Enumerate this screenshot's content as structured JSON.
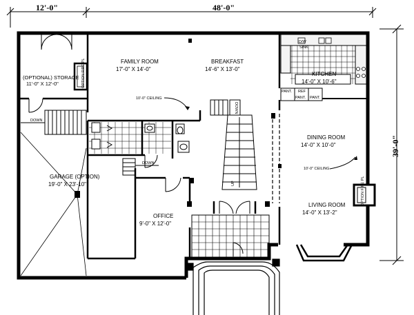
{
  "dimensions": {
    "top_left": "12'-0\"",
    "top_main": "48'-0\"",
    "right": "39'-0\""
  },
  "rooms": {
    "storage": {
      "name": "(OPTIONAL) STORAGE",
      "size": "11'-0\" X 12'-0\""
    },
    "family": {
      "name": "FAMILY ROOM",
      "size": "17'-0\" X 14'-0\""
    },
    "breakfast": {
      "name": "BREAKFAST",
      "size": "14'-6\" X 13'-0\""
    },
    "kitchen": {
      "name": "KITCHEN",
      "size": "14'-0\" X 10'-6\""
    },
    "dining": {
      "name": "DINING ROOM",
      "size": "14'-0\" X 10'-0\""
    },
    "living": {
      "name": "LIVING ROOM",
      "size": "14'-0\" X 13'-2\""
    },
    "garage": {
      "name": "GARAGE (OPTION)",
      "size": "19'-0\" X 23'-10\""
    },
    "office": {
      "name": "OFFICE",
      "size": "9'-0\" X 12'-0\""
    }
  },
  "notes": {
    "ceiling_family": "10'-0\" CEILING",
    "ceiling_dining": "10'-0\" CEILING",
    "down_1": "DOWN",
    "down_2": "DOWN",
    "down_stair": "DOWN",
    "up": "UP",
    "option_fp_1": "OPTION FIRE PL",
    "option_fp_2": "OPTION FIRE PL",
    "pantry_1": "PANT.",
    "pantry_2": "PANT.",
    "pantry_3": "PANT.",
    "refrigerator": "REF",
    "dishwasher": "D/W",
    "sink": "SINK"
  }
}
